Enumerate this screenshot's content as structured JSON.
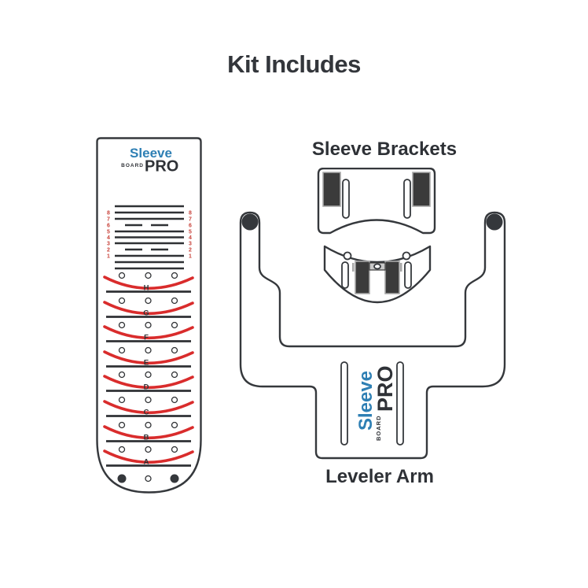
{
  "page": {
    "title": "Kit Includes"
  },
  "colors": {
    "accent_blue": "#2e7fb4",
    "guide_red": "#d92c2c",
    "ruler_number_red": "#c8423a",
    "outline_dark": "#35383c",
    "pad_fill_dark": "#3b3b3b"
  },
  "sleeve_board": {
    "logo": {
      "sleeve": "Sleeve",
      "board": "BOARD",
      "pro": "PRO"
    },
    "ruler_numbers": [
      "8",
      "7",
      "6",
      "5",
      "4",
      "3",
      "2",
      "1"
    ],
    "section_letters": [
      "H",
      "G",
      "F",
      "E",
      "D",
      "C",
      "B",
      "A"
    ]
  },
  "sleeve_brackets": {
    "label": "Sleeve Brackets"
  },
  "leveler_arm": {
    "label": "Leveler Arm",
    "logo": {
      "sleeve": "Sleeve",
      "board": "BOARD",
      "pro": "PRO"
    }
  }
}
